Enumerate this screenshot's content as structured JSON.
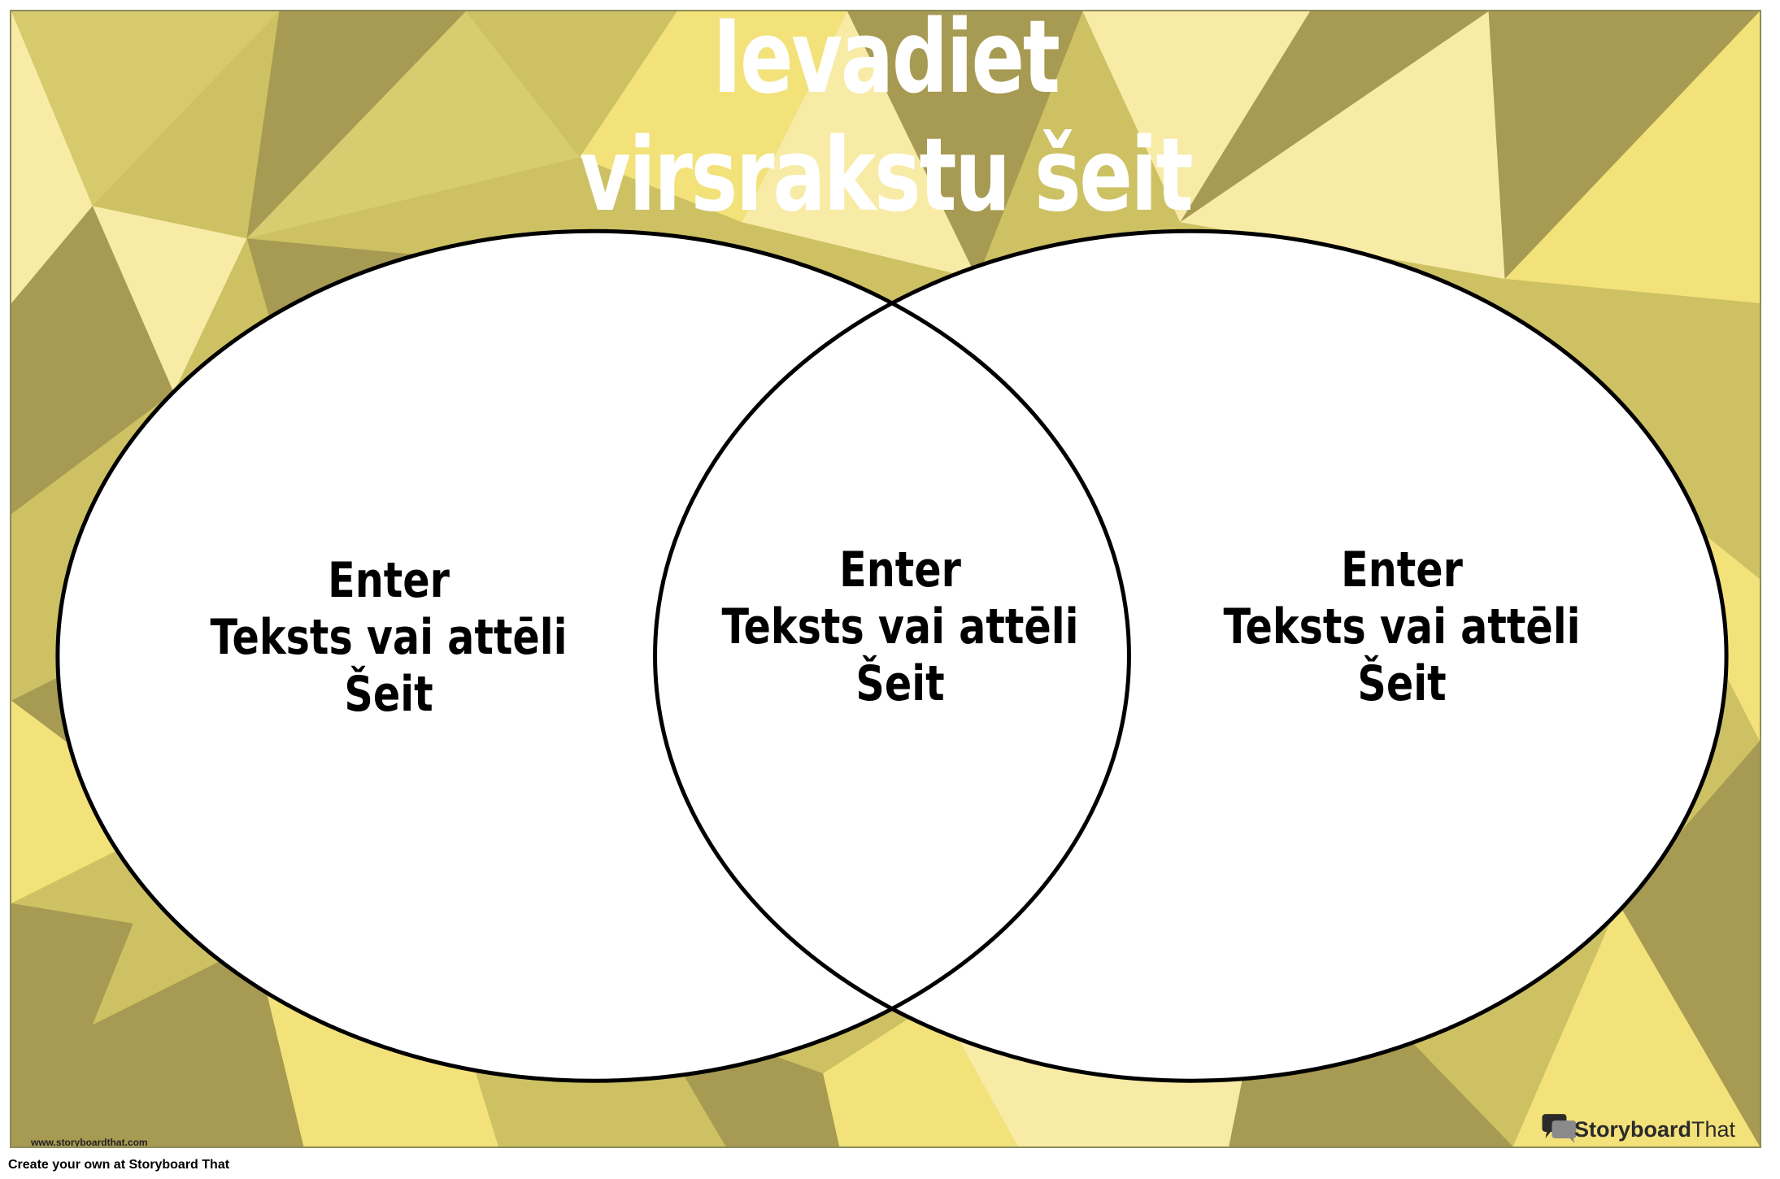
{
  "title": {
    "line1": "Ievadiet",
    "line2": "virsrakstu šeit"
  },
  "venn": {
    "left": {
      "line1": "Enter",
      "line2": "Teksts vai attēli",
      "line3": "Šeit"
    },
    "middle": {
      "line1": "Enter",
      "line2": "Teksts vai attēli",
      "line3": "Šeit"
    },
    "right": {
      "line1": "Enter",
      "line2": "Teksts vai attēli",
      "line3": "Šeit"
    }
  },
  "watermark": {
    "site_url": "www.storyboardthat.com",
    "brand_part1": "Storyboard",
    "brand_part2": "That"
  },
  "footer": {
    "text": "Create your own at Storyboard That"
  },
  "colors": {
    "background_light": "#f7eba6",
    "background_yellow": "#f3e27a",
    "background_mid": "#cdc163",
    "background_dark": "#a79a52",
    "circle_fill": "#ffffff",
    "circle_stroke": "#000000",
    "title_color": "#ffffff"
  }
}
